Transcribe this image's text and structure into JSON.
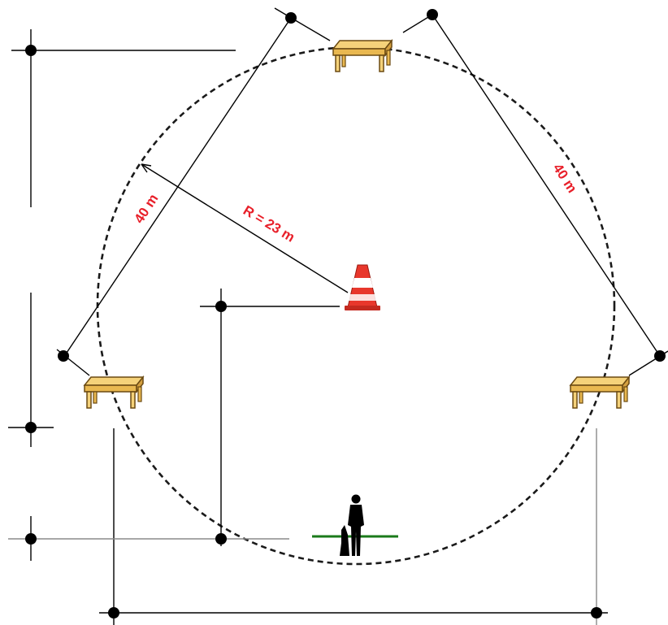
{
  "labels": {
    "radius": "R = 23 m",
    "distance_left": "40 m",
    "distance_right": "40 m"
  },
  "colors": {
    "label": "#e8202a",
    "line": "#000000",
    "table_top": "#f5d27a",
    "table_edge": "#c8962a",
    "cone": "#e8372c",
    "start_line": "#1a7a1a"
  },
  "icons": [
    "table-icon",
    "traffic-cone-icon",
    "handler-with-dog-icon",
    "survey-point-icon"
  ]
}
